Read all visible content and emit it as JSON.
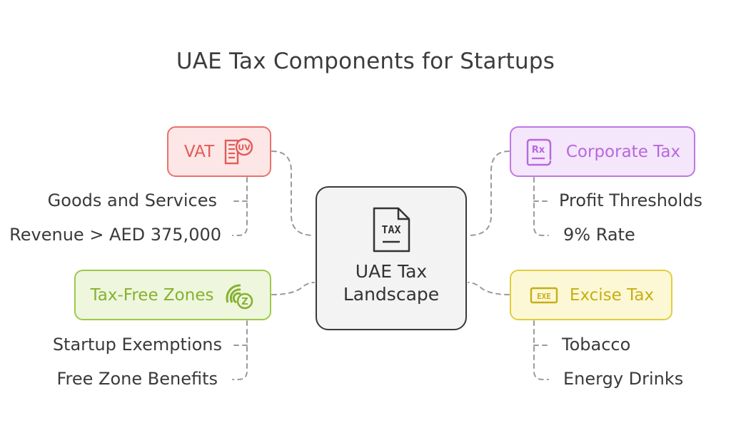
{
  "title": "UAE Tax Components for Startups",
  "center": {
    "line1": "UAE Tax",
    "line2": "Landscape",
    "icon": "tax-document-icon"
  },
  "branches": {
    "vat": {
      "label": "VAT",
      "icon": "uv-receipt-icon",
      "color": "#e25c57",
      "items": [
        "Goods and Services",
        "Revenue > AED 375,000"
      ]
    },
    "corporate": {
      "label": "Corporate Tax",
      "icon": "prescription-document-icon",
      "color": "#b868dc",
      "items": [
        "Profit Thresholds",
        "9% Rate"
      ]
    },
    "tax_free": {
      "label": "Tax-Free Zones",
      "icon": "wireless-z-badge-icon",
      "color": "#86b12f",
      "items": [
        "Startup Exemptions",
        "Free Zone Benefits"
      ]
    },
    "excise": {
      "label": "Excise Tax",
      "icon": "exe-badge-icon",
      "color": "#c8ae12",
      "items": [
        "Tobacco",
        "Energy Drinks"
      ]
    }
  }
}
